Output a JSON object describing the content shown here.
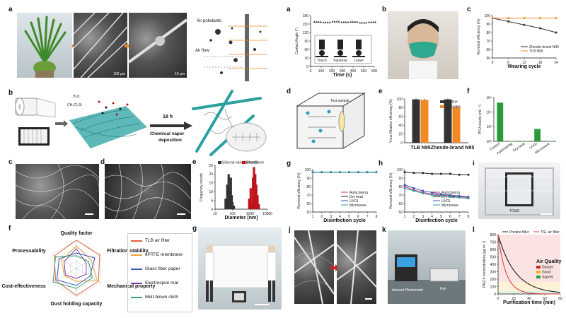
{
  "panel_labels": {
    "left_a": "a",
    "left_b": "b",
    "left_c": "c",
    "left_d": "d",
    "left_e": "e",
    "left_f": "f",
    "left_g": "g",
    "right_a": "a",
    "right_b": "b",
    "right_c": "c",
    "right_d": "d",
    "right_e": "e",
    "right_f": "f",
    "right_g": "g",
    "right_h": "h",
    "right_i": "i",
    "right_j": "j",
    "right_k": "k",
    "right_l": "l"
  },
  "panel_a_left": {
    "scale1": "100 µm",
    "scale2": "10 µm",
    "air_pollutants": "Air pollutants",
    "air_flow": "Air flow"
  },
  "panel_b_left": {
    "h2o": "H₂O",
    "ch3cl3si": "CH₃Cl₃Si",
    "time": "18 h",
    "process": "Chemical vapor",
    "process2": "deposition"
  },
  "panel_e_left": {
    "chart_data": {
      "type": "bar",
      "xlabel": "Diameter (nm)",
      "ylabel": "Frequency counts",
      "x_ticks": [
        "10",
        "100",
        "1000",
        "10000"
      ],
      "y_ticks": [
        "0",
        "5",
        "10",
        "15",
        "20",
        "25"
      ],
      "series": [
        {
          "name": "Silicone nanofilaments",
          "color": "#333333",
          "x": [
            40,
            50,
            60,
            70,
            80,
            90,
            100,
            120
          ],
          "values": [
            6,
            14,
            20,
            12,
            18,
            8,
            4,
            2
          ]
        },
        {
          "name": "Glassfibers",
          "color": "#c0141c",
          "x": [
            900,
            1100,
            1300,
            1500,
            1700,
            2000,
            2300,
            2700,
            3200
          ],
          "values": [
            6,
            12,
            3,
            18,
            24,
            20,
            14,
            8,
            3
          ]
        }
      ]
    }
  },
  "panel_f_left": {
    "axes": [
      "Quality factor",
      "Filtration stability",
      "Mechanical property",
      "Dust holding capacity",
      "Cost-effectiveness",
      "Processability"
    ],
    "legend": [
      {
        "name": "TLB air filter",
        "color": "#e0603a"
      },
      {
        "name": "ePTFE membrane",
        "color": "#f0a23a"
      },
      {
        "name": "Glass fiber paper",
        "color": "#3a55c0"
      },
      {
        "name": "Electrospun mat",
        "color": "#7a3aa0"
      },
      {
        "name": "Melt-blown cloth",
        "color": "#3aa070"
      }
    ],
    "values": [
      [
        1.0,
        0.95,
        0.9,
        0.95,
        0.85,
        0.9
      ],
      [
        0.8,
        0.6,
        0.85,
        0.45,
        0.5,
        0.6
      ],
      [
        0.55,
        0.75,
        0.55,
        0.6,
        0.8,
        0.7
      ],
      [
        0.7,
        0.4,
        0.4,
        0.35,
        0.45,
        0.5
      ],
      [
        0.45,
        0.5,
        0.65,
        0.7,
        0.95,
        0.85
      ]
    ]
  },
  "panel_a_right": {
    "chart_data": {
      "type": "scatter",
      "xlabel": "Time (s)",
      "ylabel": "Contact Angle (°)",
      "x_ticks": [
        "0",
        "100",
        "200",
        "300",
        "400",
        "500",
        "600"
      ],
      "y_ticks": [
        "0",
        "30",
        "60",
        "90",
        "120",
        "150",
        "180"
      ],
      "values": [
        155,
        153,
        156,
        154,
        155,
        152,
        154
      ],
      "inset_labels": [
        "Touch",
        "Squeeze",
        "Leave"
      ]
    }
  },
  "panel_c_right": {
    "chart_data": {
      "type": "line",
      "xlabel": "Wearing cycle",
      "ylabel": "Removal efficiency (%)",
      "x": [
        0,
        6,
        12,
        18,
        24
      ],
      "x_ticks": [
        "0",
        "6",
        "12",
        "18",
        "24"
      ],
      "y_ticks": [
        "50",
        "60",
        "70",
        "80",
        "90",
        "100"
      ],
      "ylim": [
        50,
        100
      ],
      "series": [
        {
          "name": "Zhende-brand N95",
          "color": "#333333",
          "values": [
            97,
            93,
            89,
            85,
            80
          ]
        },
        {
          "name": "TLB N95",
          "color": "#f08a24",
          "values": [
            97,
            97,
            97,
            97,
            97
          ]
        }
      ]
    }
  },
  "panel_d_right": {
    "label": "Test sample"
  },
  "panel_e_right": {
    "chart_data": {
      "type": "bar",
      "ylabel": "Virus filtration efficiency (%)",
      "categories": [
        "TLB N95",
        "Zhende-brand N95"
      ],
      "y_ticks": [
        "0",
        "20",
        "40",
        "60",
        "80",
        "100"
      ],
      "ylim": [
        0,
        100
      ],
      "series": [
        {
          "name": "Pristine",
          "color": "#333333",
          "values": [
            99,
            99
          ]
        },
        {
          "name": "24 cycles",
          "color": "#f08a24",
          "values": [
            98,
            81
          ]
        }
      ]
    }
  },
  "panel_f_right": {
    "chart_data": {
      "type": "bar",
      "ylabel": "PFU counts (mL⁻¹)",
      "categories": [
        "Control",
        "Autoclaving",
        "Dry heat",
        "UVGI",
        "Microwave"
      ],
      "y_ticks": [
        "10⁰",
        "10²",
        "10⁴",
        "10⁶"
      ],
      "log_scale": true,
      "color": "#2a9a3a",
      "values": [
        200000,
        1,
        1,
        50,
        1
      ]
    }
  },
  "panel_g_right": {
    "chart_data": {
      "type": "line",
      "xlabel": "Disinfection cycle",
      "ylabel": "Removal efficiency (%)",
      "x": [
        1,
        2,
        3,
        4,
        5,
        6,
        7,
        8
      ],
      "x_ticks": [
        "1",
        "2",
        "3",
        "4",
        "5",
        "6",
        "7",
        "8"
      ],
      "y_ticks": [
        "50",
        "60",
        "70",
        "80",
        "90",
        "100"
      ],
      "ylim": [
        50,
        100
      ],
      "series": [
        {
          "name": "Autoclaving",
          "color": "#d03060",
          "values": [
            97,
            97,
            97,
            97,
            97,
            97,
            97,
            97
          ]
        },
        {
          "name": "Dry heat",
          "color": "#222222",
          "values": [
            97,
            97,
            97,
            97,
            97,
            97,
            97,
            97
          ]
        },
        {
          "name": "UVGI",
          "color": "#3a55c0",
          "values": [
            97,
            97,
            97,
            97,
            97,
            97,
            97,
            97
          ]
        },
        {
          "name": "Microwave",
          "color": "#2aa0a0",
          "values": [
            97,
            97,
            97,
            97,
            97,
            97,
            97,
            97
          ]
        }
      ]
    }
  },
  "panel_h_right": {
    "chart_data": {
      "type": "line",
      "xlabel": "Disinfection cycle",
      "ylabel": "Removal efficiency (%)",
      "x": [
        1,
        2,
        3,
        4,
        5,
        6,
        7,
        8
      ],
      "x_ticks": [
        "1",
        "2",
        "3",
        "4",
        "5",
        "6",
        "7",
        "8"
      ],
      "y_ticks": [
        "50",
        "60",
        "70",
        "80",
        "90",
        "100"
      ],
      "ylim": [
        50,
        100
      ],
      "series": [
        {
          "name": "Autoclaving",
          "color": "#d03060",
          "values": [
            80,
            76,
            73,
            71,
            70,
            69,
            68,
            67
          ]
        },
        {
          "name": "Dry heat",
          "color": "#222222",
          "values": [
            97,
            96,
            96,
            95,
            95,
            95,
            94,
            94
          ]
        },
        {
          "name": "UVGI",
          "color": "#3a55c0",
          "values": [
            82,
            78,
            75,
            73,
            71,
            70,
            69,
            68
          ]
        },
        {
          "name": "Microwave",
          "color": "#2aa0a0",
          "values": [
            78,
            75,
            72,
            70,
            69,
            68,
            67,
            66
          ]
        }
      ]
    }
  },
  "panel_i_right": {
    "label": "TCMS"
  },
  "panel_k_right": {
    "label1": "Aerosol Photometer",
    "label2": "Fan"
  },
  "panel_l_right": {
    "chart_data": {
      "type": "line",
      "xlabel": "Purification time (min)",
      "ylabel": "PM2.5 concentration (µg m⁻³)",
      "x_ticks": [
        "0",
        "20",
        "40",
        "60",
        "80"
      ],
      "y_ticks": [
        "0",
        "100",
        "200",
        "300",
        "400",
        "500",
        "600",
        "700",
        "800"
      ],
      "series": [
        {
          "name": "Pristine filter",
          "color": "#222222",
          "decay": 22
        },
        {
          "name": "TSL air filter",
          "color": "#e04040",
          "decay": 10
        }
      ],
      "air_quality_title": "Air Quality",
      "air_quality": [
        {
          "name": "Danger",
          "color": "#d02020"
        },
        {
          "name": "Good",
          "color": "#f0b020"
        },
        {
          "name": "Superb",
          "color": "#20a040"
        }
      ]
    }
  }
}
